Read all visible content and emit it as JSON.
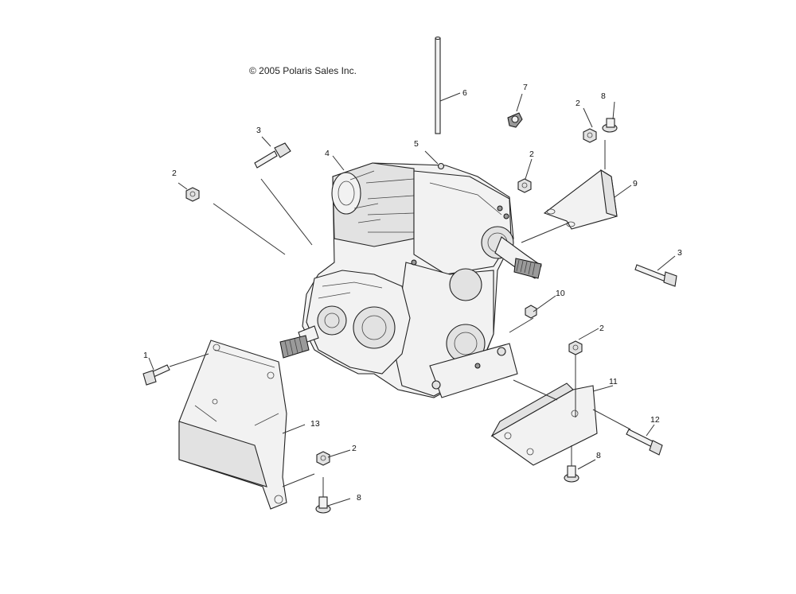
{
  "copyright": "© 2005 Polaris Sales Inc.",
  "callouts": {
    "c1": "1",
    "c2a": "2",
    "c2b": "2",
    "c2c": "2",
    "c2d": "2",
    "c2e": "2",
    "c3a": "3",
    "c3b": "3",
    "c4": "4",
    "c5": "5",
    "c6": "6",
    "c7": "7",
    "c8a": "8",
    "c8b": "8",
    "c8c": "8",
    "c9": "9",
    "c10": "10",
    "c11": "11",
    "c12": "12",
    "c13": "13"
  }
}
